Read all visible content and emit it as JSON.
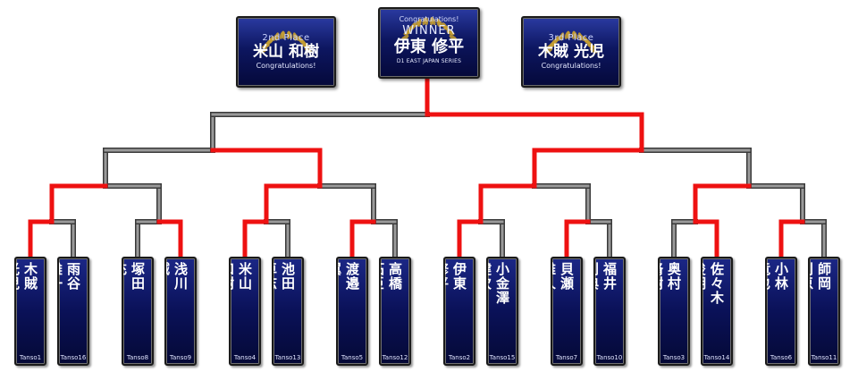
{
  "podium": {
    "winner": {
      "congrats": "Congratulations!",
      "title": "WINNER",
      "name": "伊東 修平",
      "series": "D1 EAST JAPAN SERIES"
    },
    "second": {
      "title": "2nd Place",
      "name": "米山 和樹",
      "congrats": "Congratulations!"
    },
    "third": {
      "title": "3rd Place",
      "name": "木賊 光児",
      "congrats": "Congratulations!"
    }
  },
  "entrants": [
    {
      "name": "木賊 光児",
      "id": "Tanso1"
    },
    {
      "name": "雨谷 雄一",
      "id": "Tanso16"
    },
    {
      "name": "塚田 充",
      "id": "Tanso8"
    },
    {
      "name": "浅川 誠",
      "id": "Tanso9"
    },
    {
      "name": "米山 和樹",
      "id": "Tanso4"
    },
    {
      "name": "池田 卓志",
      "id": "Tanso13"
    },
    {
      "name": "渡邉 翼",
      "id": "Tanso5"
    },
    {
      "name": "高橋 拓臣",
      "id": "Tanso12"
    },
    {
      "name": "伊東 修平",
      "id": "Tanso2"
    },
    {
      "name": "小金澤 健次",
      "id": "Tanso15"
    },
    {
      "name": "貝瀬 雅人",
      "id": "Tanso7"
    },
    {
      "name": "福井 利典",
      "id": "Tanso10"
    },
    {
      "name": "奥村 脩樹",
      "id": "Tanso3"
    },
    {
      "name": "佐々木 俊明",
      "id": "Tanso14"
    },
    {
      "name": "小林 竜也",
      "id": "Tanso6"
    },
    {
      "name": "師岡 利恵",
      "id": "Tanso11"
    }
  ],
  "results": {
    "round1_winners": [
      0,
      3,
      4,
      6,
      8,
      10,
      13,
      14
    ],
    "quarterfinal_winners": [
      0,
      4,
      8,
      13
    ],
    "semifinal_winners": [
      4,
      8
    ],
    "champion": 8
  },
  "colors": {
    "advance_line": "#ee1111",
    "lose_line": "#9a9a9a",
    "card_bg": "#0a1158",
    "wreath": "#c8a030"
  }
}
